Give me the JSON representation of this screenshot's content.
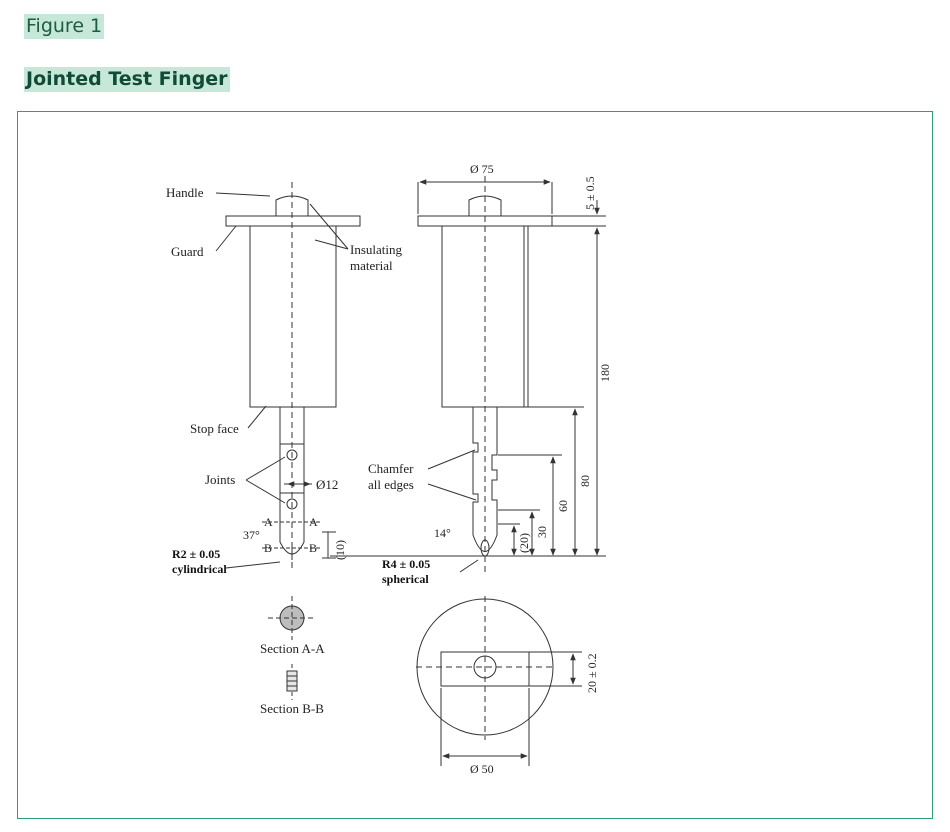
{
  "figure_label": "Figure 1",
  "figure_title": "Jointed Test Finger",
  "labels": {
    "handle": "Handle",
    "guard": "Guard",
    "insulating": "Insulating",
    "material": "material",
    "stop_face": "Stop face",
    "joints": "Joints",
    "dia12": "Ø12",
    "chamfer": "Chamfer",
    "all_edges": "all edges",
    "angle37": "37°",
    "angle14": "14°",
    "a": "A",
    "b": "B",
    "dim10": "(10)",
    "dim20": "(20)",
    "dim30": "30",
    "dim60": "60",
    "dim80": "80",
    "dim180": "180",
    "dia75": "Ø 75",
    "dim5": "5 ± 0.5",
    "r2": "R2 ± 0.05",
    "cylindrical": "cylindrical",
    "r4": "R4 ± 0.05",
    "spherical": "spherical",
    "section_aa": "Section A-A",
    "section_bb": "Section B-B",
    "dim20tol": "20 ± 0.2",
    "dia50": "Ø 50"
  }
}
